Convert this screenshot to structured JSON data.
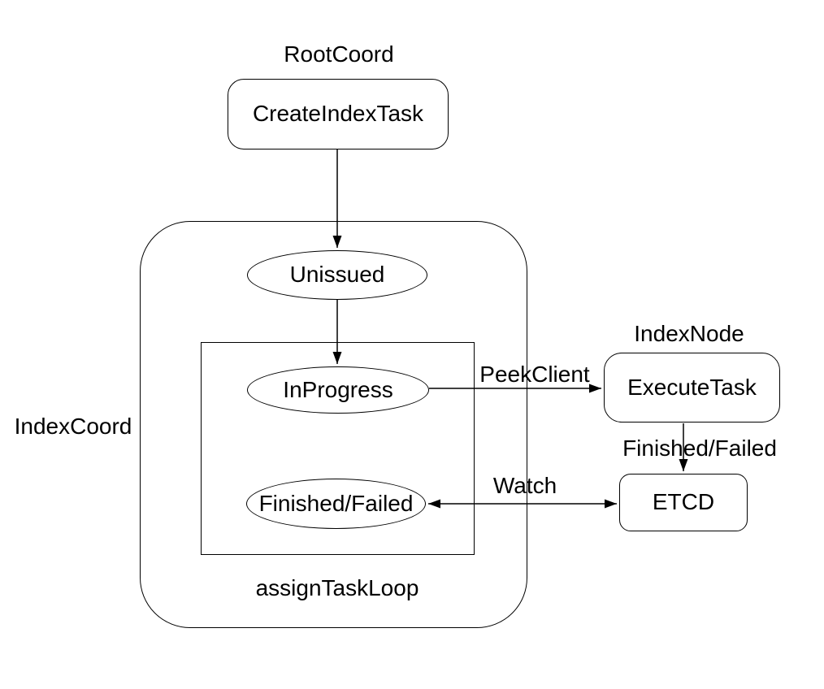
{
  "diagram": {
    "background_color": "#ffffff",
    "stroke_color": "#000000",
    "text_color": "#000000",
    "labels": {
      "root_coord": "RootCoord",
      "index_coord": "IndexCoord",
      "index_node": "IndexNode",
      "assign_task_loop": "assignTaskLoop"
    },
    "nodes": {
      "create_index_task": "CreateIndexTask",
      "unissued": "Unissued",
      "in_progress": "InProgress",
      "finished_failed": "Finished/Failed",
      "execute_task": "ExecuteTask",
      "etcd": "ETCD"
    },
    "edges": {
      "peek_client": "PeekClient",
      "watch": "Watch",
      "finished_failed": "Finished/Failed"
    }
  }
}
